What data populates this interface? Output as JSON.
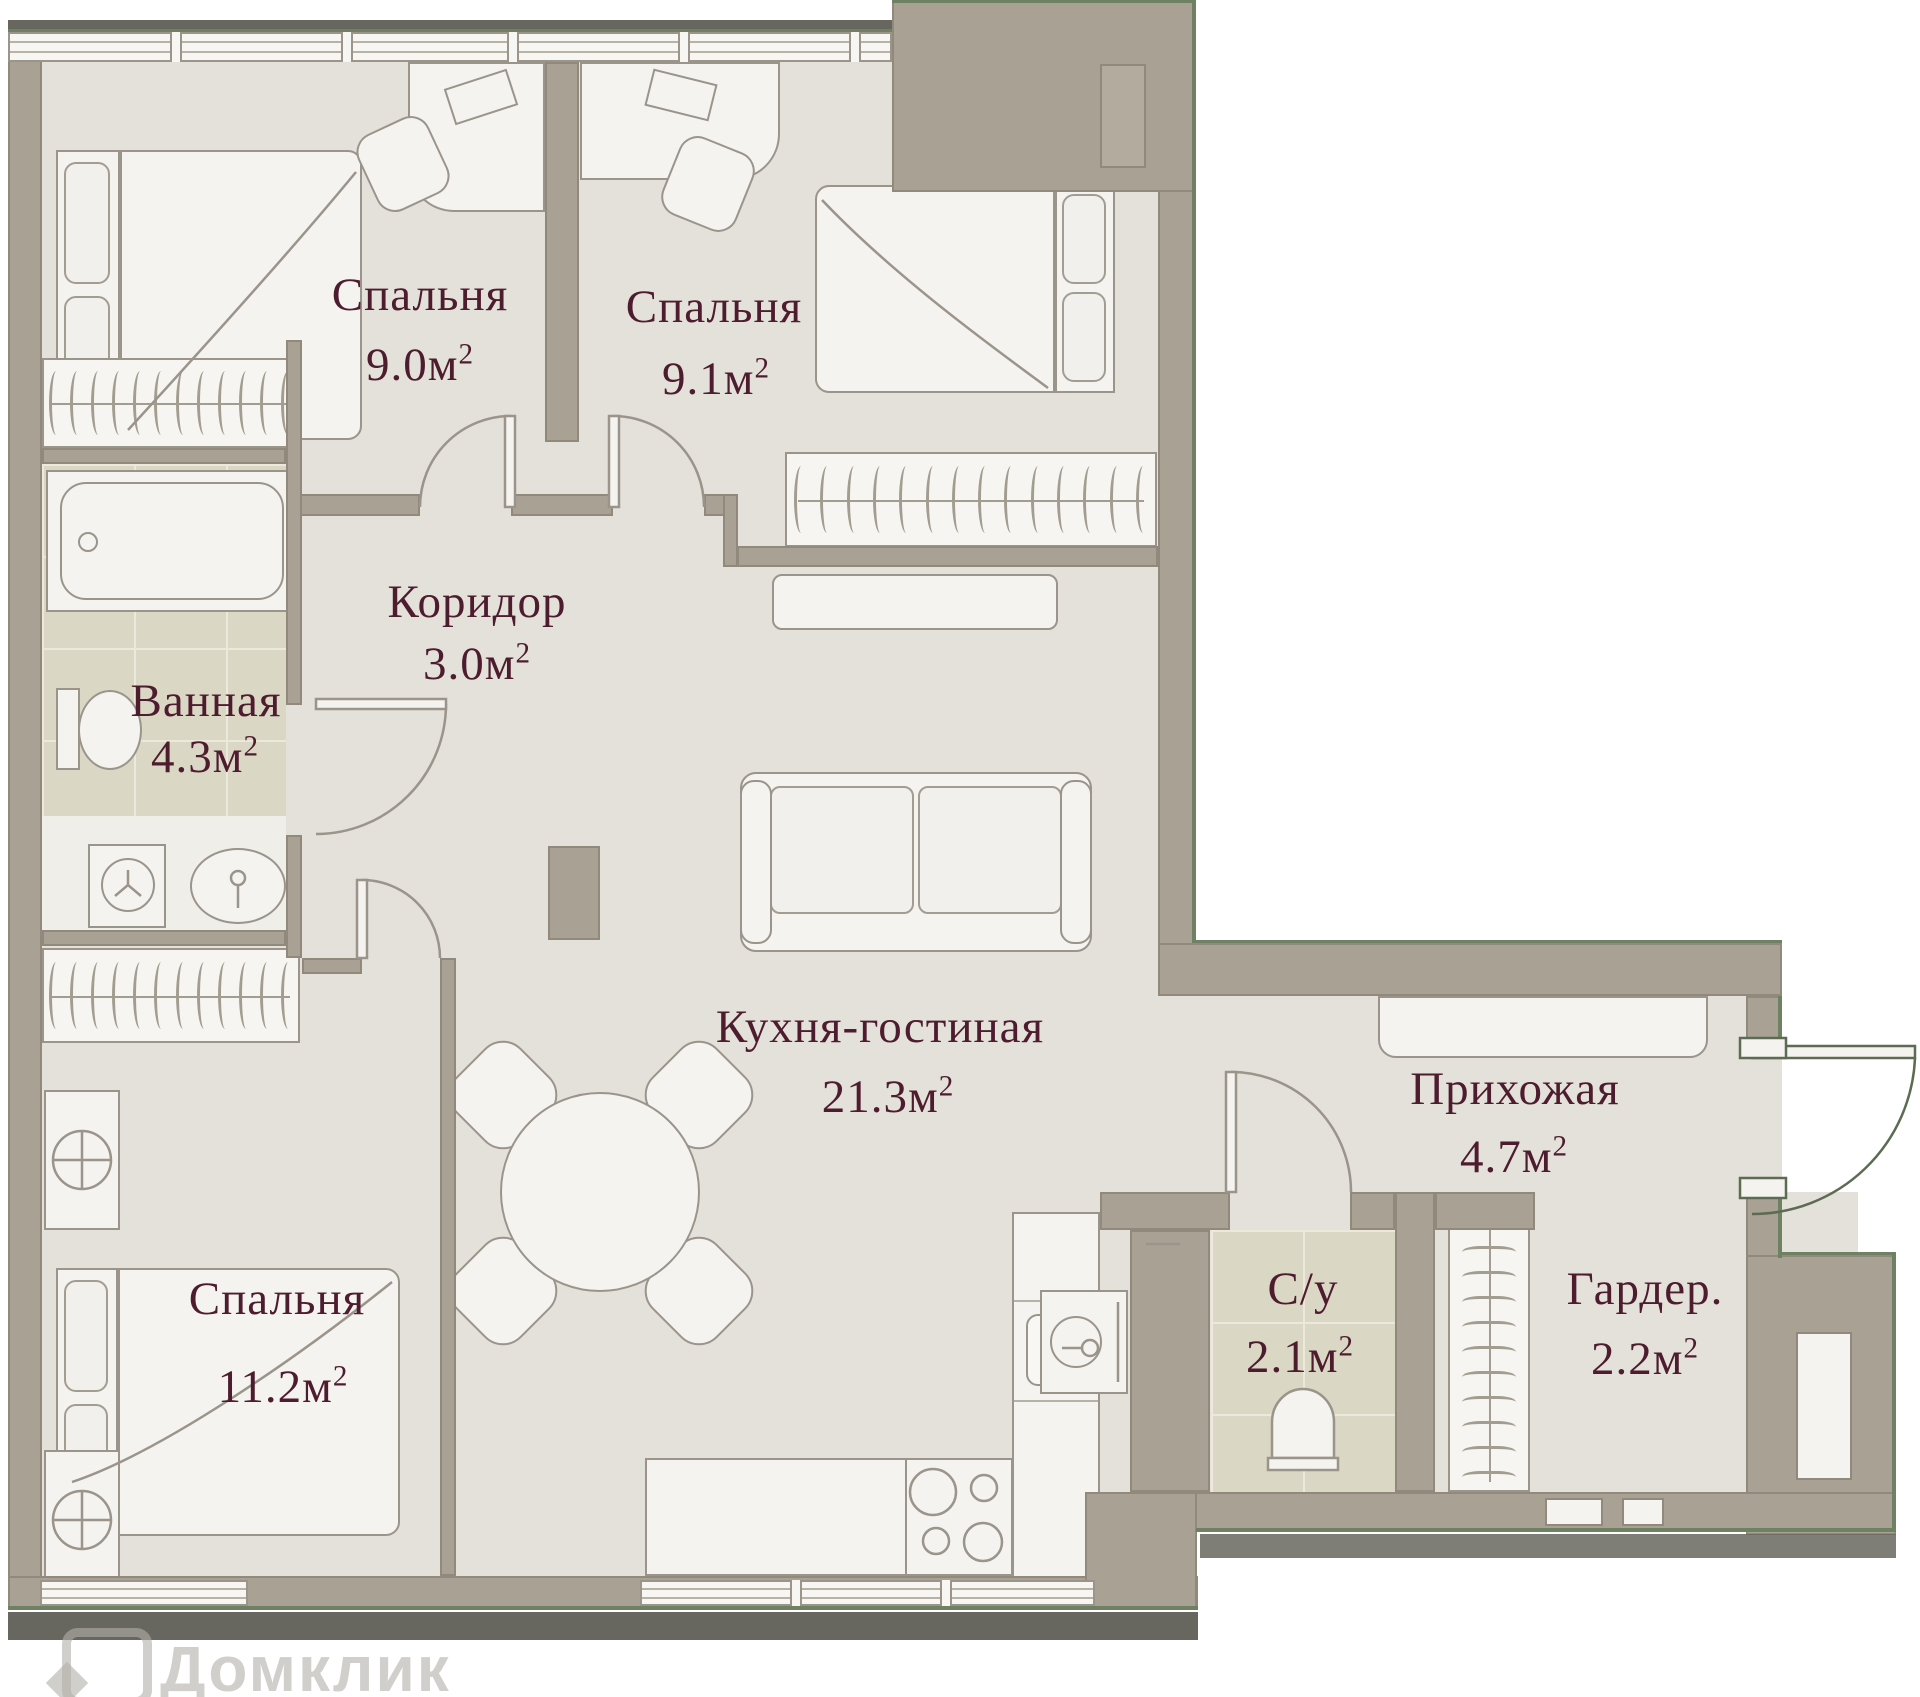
{
  "plan": {
    "type": "apartment-floor-plan",
    "rooms": [
      {
        "id": "bedroom-1",
        "name": "Спальня",
        "area": "9.0м",
        "sup": "2"
      },
      {
        "id": "bedroom-2",
        "name": "Спальня",
        "area": "9.1м",
        "sup": "2"
      },
      {
        "id": "corridor",
        "name": "Коридор",
        "area": "3.0м",
        "sup": "2"
      },
      {
        "id": "bathroom",
        "name": "Ванная",
        "area": "4.3м",
        "sup": "2"
      },
      {
        "id": "kitchen-living",
        "name": "Кухня-гостиная",
        "area": "21.3м",
        "sup": "2"
      },
      {
        "id": "bedroom-3",
        "name": "Спальня",
        "area": "11.2м",
        "sup": "2"
      },
      {
        "id": "hallway",
        "name": "Прихожая",
        "area": "4.7м",
        "sup": "2"
      },
      {
        "id": "wc",
        "name": "С/у",
        "area": "2.1м",
        "sup": "2"
      },
      {
        "id": "wardrobe",
        "name": "Гардер.",
        "area": "2.2м",
        "sup": "2"
      }
    ],
    "watermark": {
      "brand": "Домклик"
    },
    "colors": {
      "wall": "#a9a294",
      "floor": "#e3e1da",
      "tile": "#dbd7c5",
      "label": "#4e1c2f",
      "outline": "#9a948a",
      "boundary_green": "#6f8163",
      "shadow": "#67675f"
    }
  }
}
